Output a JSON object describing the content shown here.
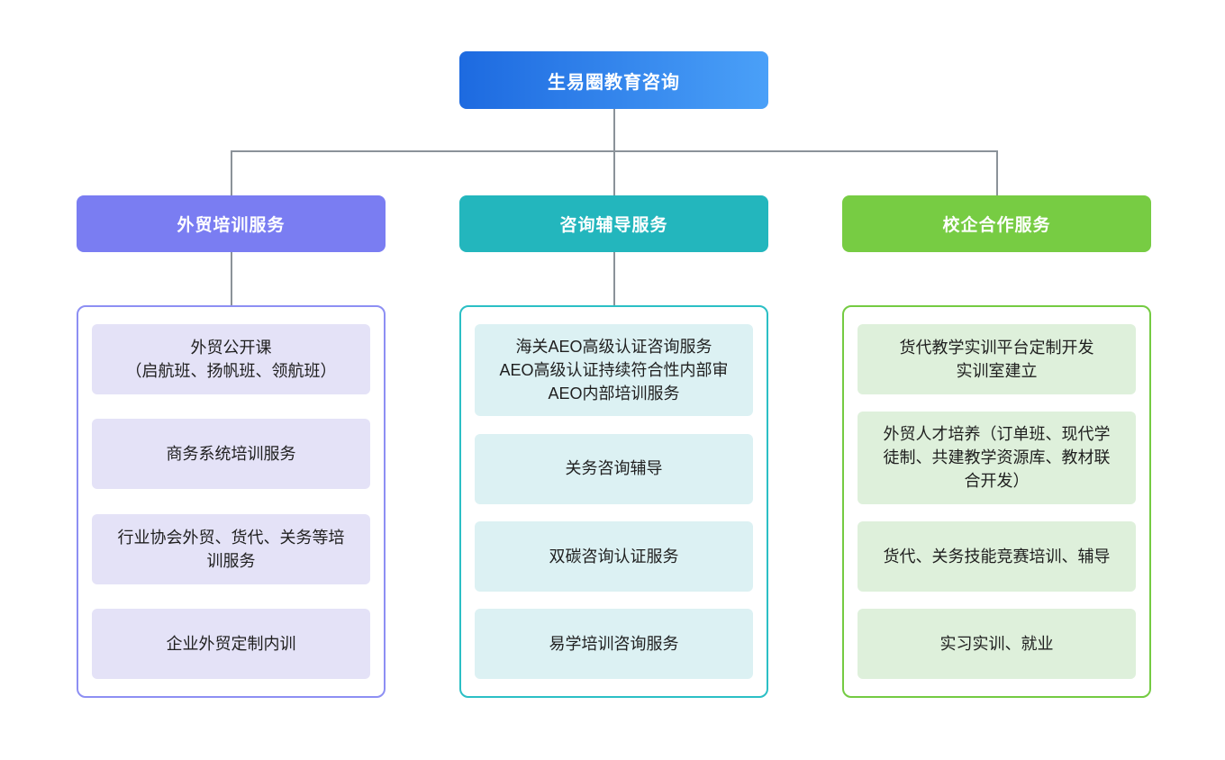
{
  "root_node": {
    "label": "生易圈教育咨询",
    "gradient_from": "#1d6ae0",
    "gradient_to": "#4aa0f8",
    "text_color": "#ffffff"
  },
  "connector_color": "#8b9299",
  "branches": [
    {
      "header": {
        "label": "外贸培训服务"
      },
      "colors": {
        "header_bg": "#7a7df2",
        "container_border": "#8d8ff3",
        "item_bg": "#e4e2f7"
      },
      "items": [
        {
          "lines": [
            "外贸公开课",
            "（启航班、扬帆班、领航班）"
          ]
        },
        {
          "lines": [
            "商务系统培训服务"
          ]
        },
        {
          "lines": [
            "行业协会外贸、货代、关务等培训服务"
          ]
        },
        {
          "lines": [
            "企业外贸定制内训"
          ]
        }
      ]
    },
    {
      "header": {
        "label": "咨询辅导服务"
      },
      "colors": {
        "header_bg": "#23b6bd",
        "container_border": "#2bbfc5",
        "item_bg": "#dcf1f3"
      },
      "items": [
        {
          "lines": [
            "海关AEO高级认证咨询服务",
            "AEO高级认证持续符合性内部审",
            "AEO内部培训服务"
          ]
        },
        {
          "lines": [
            "关务咨询辅导"
          ]
        },
        {
          "lines": [
            "双碳咨询认证服务"
          ]
        },
        {
          "lines": [
            "易学培训咨询服务"
          ]
        }
      ]
    },
    {
      "header": {
        "label": "校企合作服务"
      },
      "colors": {
        "header_bg": "#77cc43",
        "container_border": "#74cb42",
        "item_bg": "#def0db"
      },
      "items": [
        {
          "lines": [
            "货代教学实训平台定制开发",
            "实训室建立"
          ]
        },
        {
          "lines": [
            "外贸人才培养（订单班、现代学徒制、共建教学资源库、教材联合开发）"
          ]
        },
        {
          "lines": [
            "货代、关务技能竞赛培训、辅导"
          ]
        },
        {
          "lines": [
            "实习实训、就业"
          ]
        }
      ]
    }
  ]
}
